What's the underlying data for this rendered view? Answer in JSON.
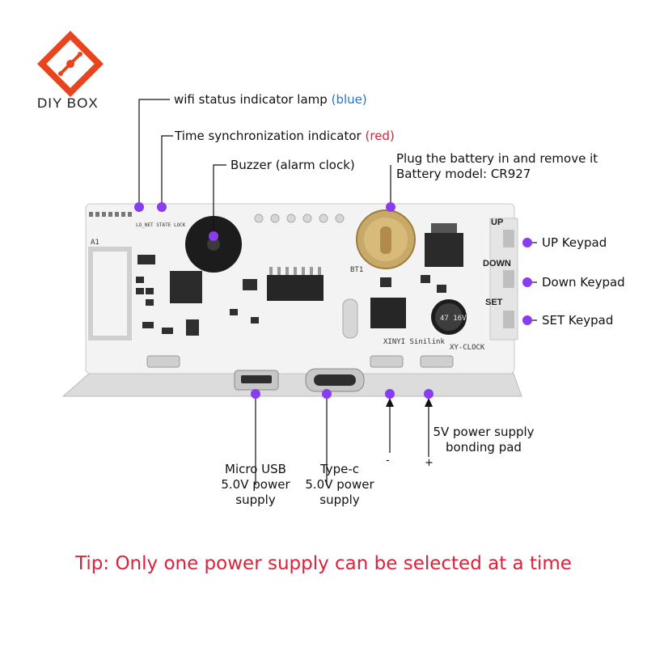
{
  "logo": {
    "text": "DIY BOX",
    "color": "#e8451f"
  },
  "colors": {
    "accent": "#8a3df0",
    "tip": "#e0203a",
    "blue_word": "#1e73d8",
    "red_word": "#d4203a"
  },
  "labels": {
    "wifi_prefix": "wifi status indicator lamp",
    "wifi_color": "(blue)",
    "sync_prefix": "Time synchronization indicator",
    "sync_color": "(red)",
    "buzzer": "Buzzer (alarm clock)",
    "battery_line1": "Plug the battery in and remove it",
    "battery_line2": "Battery model: CR927",
    "up_keypad": "UP Keypad",
    "down_keypad": "Down Keypad",
    "set_keypad": "SET Keypad",
    "micro_usb": [
      "Micro USB",
      "5.0V power",
      "supply"
    ],
    "type_c": [
      "Type-c",
      "5.0V power",
      "supply"
    ],
    "pad_minus": "-",
    "pad_plus": "+",
    "bonding_pad": [
      "5V power supply",
      "bonding pad"
    ]
  },
  "board_silk": {
    "up": "UP",
    "down": "DOWN",
    "set": "SET",
    "led_labels": "LO_NET STATE LOCK",
    "xy_clock": "XY-CLOCK",
    "brand": "XINYI Sinilink",
    "bt1": "BT1",
    "a1": "A1",
    "cap_label": "47 16V"
  },
  "tip": "Tip: Only one power supply can be selected at a time"
}
